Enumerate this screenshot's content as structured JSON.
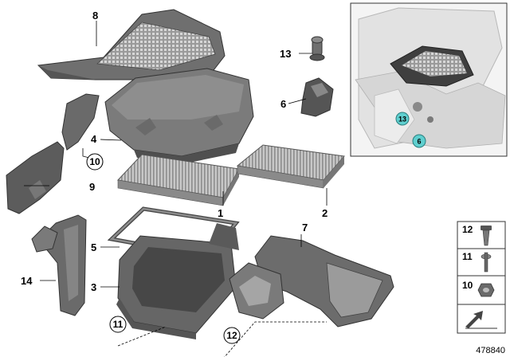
{
  "callouts": {
    "c1": "1",
    "c2": "2",
    "c3": "3",
    "c4": "4",
    "c5": "5",
    "c6": "6",
    "c7": "7",
    "c8": "8",
    "c9": "9",
    "c10": "10",
    "c11": "11",
    "c12": "12",
    "c13": "13",
    "c14": "14"
  },
  "inset": {
    "badge_13": "13",
    "badge_6": "6"
  },
  "fastener_legend": {
    "item_12": "12",
    "item_11": "11",
    "item_10": "10"
  },
  "diagram_number": "478840",
  "colors": {
    "part_dark": "#4a4a4a",
    "part_mid": "#7d7d7d",
    "part_light": "#a8a8a8",
    "filter": "#bdbdbd",
    "badge": "#5fcfcf"
  }
}
